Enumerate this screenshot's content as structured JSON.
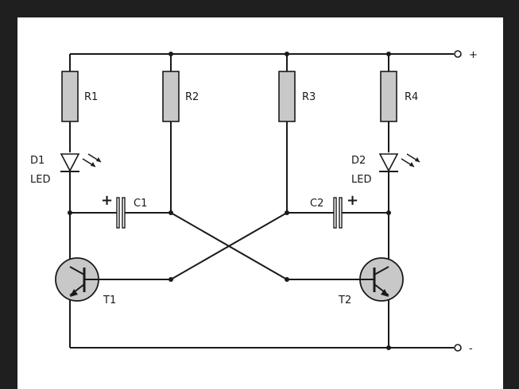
{
  "diagram": {
    "terminals": {
      "positive": "+",
      "negative": "-"
    },
    "resistors": [
      {
        "id": "r1",
        "label": "R1"
      },
      {
        "id": "r2",
        "label": "R2"
      },
      {
        "id": "r3",
        "label": "R3"
      },
      {
        "id": "r4",
        "label": "R4"
      }
    ],
    "leds": [
      {
        "id": "d1",
        "label": "D1",
        "type": "LED"
      },
      {
        "id": "d2",
        "label": "D2",
        "type": "LED"
      }
    ],
    "capacitors": [
      {
        "id": "c1",
        "label": "C1",
        "polarity": "+"
      },
      {
        "id": "c2",
        "label": "C2",
        "polarity": "+"
      }
    ],
    "transistors": [
      {
        "id": "t1",
        "label": "T1"
      },
      {
        "id": "t2",
        "label": "T2"
      }
    ]
  }
}
